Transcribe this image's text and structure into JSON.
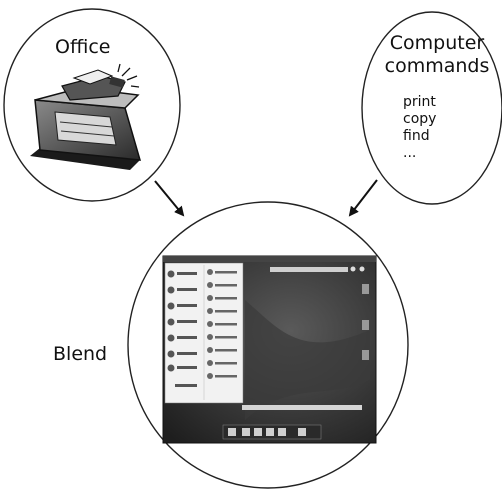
{
  "nodes": {
    "office": {
      "label": "Office"
    },
    "computer": {
      "label_line1": "Computer",
      "label_line2": "commands",
      "commands": [
        "print",
        "copy",
        "find",
        "..."
      ]
    },
    "blend": {
      "label": "Blend"
    }
  },
  "icons": {
    "office": "typewriter-desk-clipart",
    "blend": "desktop-screenshot"
  },
  "edges": [
    {
      "from": "office",
      "to": "blend"
    },
    {
      "from": "computer",
      "to": "blend"
    }
  ]
}
